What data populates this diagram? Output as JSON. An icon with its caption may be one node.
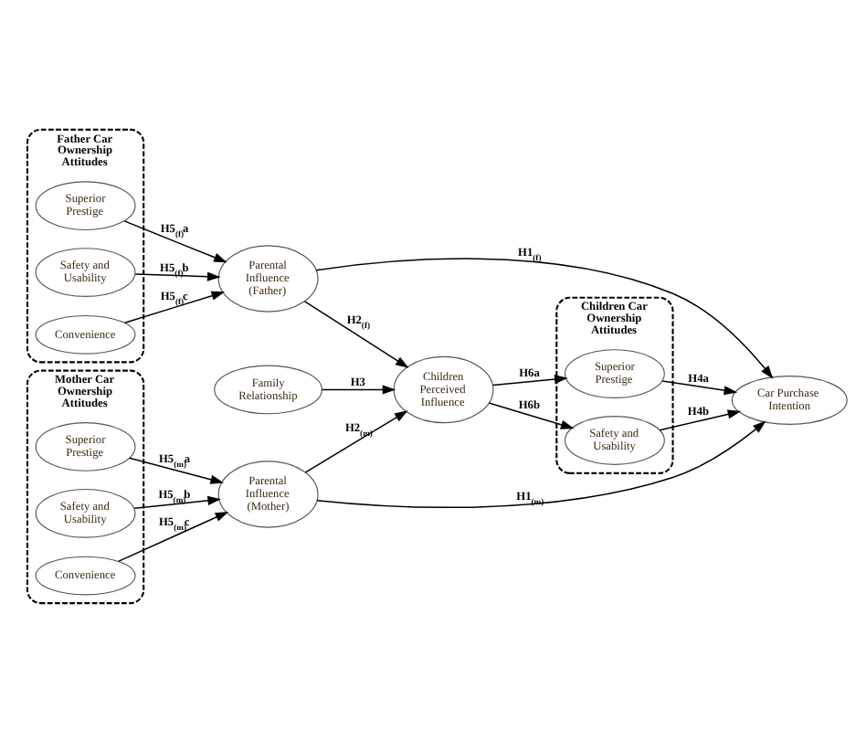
{
  "diagram": {
    "nodes": [
      {
        "text": [
          "Father Car Ownership Attitudes"
        ]
      },
      {
        "text": [
          "Superior Prestige"
        ],
        "in": 0
      },
      {
        "text": [
          "Safety and Usability"
        ],
        "in": 0
      },
      {
        "text": [
          "Convenience"
        ],
        "in": 0
      },
      {
        "text": [
          "Parental Influence (Father)"
        ]
      },
      {
        "text": [
          "Family Relationship"
        ]
      },
      {
        "text": [
          "Children Perceived Influence"
        ]
      },
      {
        "text": [
          "Children Car Ownership Attitudes"
        ]
      },
      {
        "text": [
          "Superior Prestige"
        ],
        "in": 7
      },
      {
        "text": [
          "Safety and Usability"
        ],
        "in": 7
      },
      {
        "text": [
          "Car Purchase Intention"
        ]
      },
      {
        "text": [
          "Mother Car Ownership Attitudes"
        ]
      },
      {
        "text": [
          "Superior Prestige"
        ],
        "in": 11
      },
      {
        "text": [
          "Safety and Usability"
        ],
        "in": 11
      },
      {
        "text": [
          "Convenience"
        ],
        "in": 11
      },
      {
        "text": [
          "Parental Influence (Mother)"
        ]
      }
    ],
    "edges": [
      {
        "from": 1,
        "to": 4,
        "arrow": "to",
        "label": "H5$_{(f)}$a"
      },
      {
        "from": 2,
        "to": 4,
        "arrow": "to",
        "label": "H5$_{(f)}$b"
      },
      {
        "from": 3,
        "to": 4,
        "arrow": "to",
        "label": "H5$_{(f)}$c"
      },
      {
        "from": 4,
        "to": 6,
        "arrow": "to",
        "label": "H2$_{(f)}$"
      },
      {
        "from": 4,
        "to": 10,
        "arrow": "to",
        "label": "H1$_{(f)}$"
      },
      {
        "from": 5,
        "to": 6,
        "arrow": "to",
        "label": "H3"
      },
      {
        "from": 6,
        "to": 8,
        "arrow": "to",
        "label": "H6a"
      },
      {
        "from": 6,
        "to": 9,
        "arrow": "to",
        "label": "H6b"
      },
      {
        "from": 8,
        "to": 10,
        "arrow": "to",
        "label": "H4a"
      },
      {
        "from": 9,
        "to": 10,
        "arrow": "to",
        "label": "H4b"
      },
      {
        "from": 15,
        "to": 6,
        "arrow": "to",
        "label": "H2$_{(m)}$"
      },
      {
        "from": 15,
        "to": 10,
        "arrow": "to",
        "label": "H1$_{(m)}$"
      },
      {
        "from": 12,
        "to": 15,
        "arrow": "to",
        "label": "H5$_{(m)}$a"
      },
      {
        "from": 13,
        "to": 15,
        "arrow": "to",
        "label": "H5$_{(m)}$b"
      },
      {
        "from": 14,
        "to": 15,
        "arrow": "to",
        "label": "H5$_{(m)}$c"
      }
    ]
  }
}
